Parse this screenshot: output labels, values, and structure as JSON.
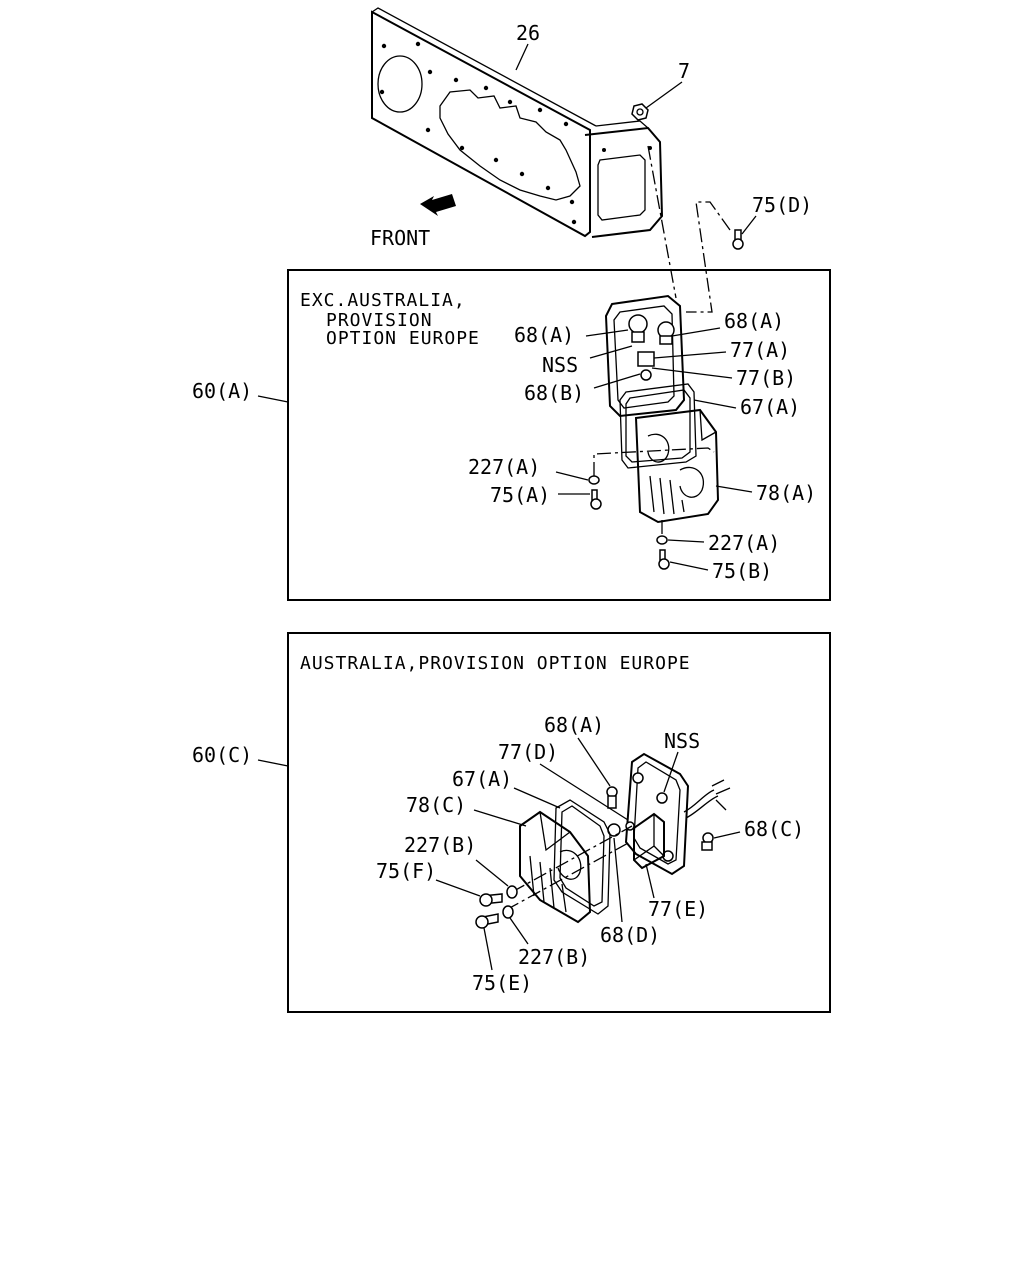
{
  "header": {
    "front_label": "FRONT"
  },
  "panels": [
    {
      "ref": "60(A)",
      "caption_lines": [
        "EXC.AUSTRALIA,",
        "PROVISION",
        "OPTION EUROPE"
      ],
      "callouts": [
        "68(A)",
        "68(A)",
        "NSS",
        "77(A)",
        "68(B)",
        "77(B)",
        "67(A)",
        "227(A)",
        "78(A)",
        "75(A)",
        "227(A)",
        "75(B)"
      ]
    },
    {
      "ref": "60(C)",
      "caption_lines": [
        "AUSTRALIA,PROVISION OPTION EUROPE"
      ],
      "callouts": [
        "68(A)",
        "NSS",
        "77(D)",
        "67(A)",
        "78(C)",
        "68(C)",
        "227(B)",
        "75(F)",
        "77(E)",
        "68(D)",
        "227(B)",
        "75(E)"
      ]
    }
  ],
  "top_callouts": [
    "26",
    "7",
    "75(D)"
  ]
}
